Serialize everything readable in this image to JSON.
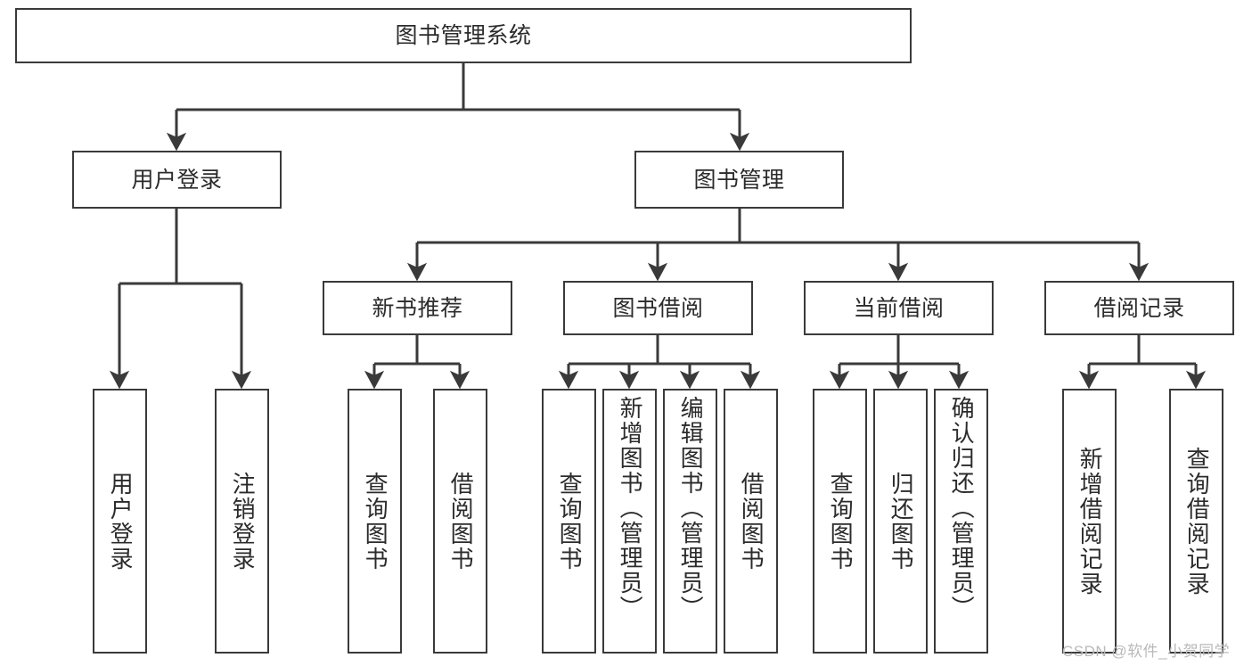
{
  "diagram": {
    "title": "图书管理系统",
    "type": "hierarchy-tree",
    "colors": {
      "box_border": "#3a3a3a",
      "box_fill": "#ffffff",
      "connector": "#3a3a3a",
      "text": "#2b2b2b",
      "watermark": "#b9b9b9"
    },
    "root": {
      "label": "图书管理系统"
    },
    "level2": [
      {
        "label": "用户登录"
      },
      {
        "label": "图书管理"
      }
    ],
    "level3": [
      {
        "label": "新书推荐"
      },
      {
        "label": "图书借阅"
      },
      {
        "label": "当前借阅"
      },
      {
        "label": "借阅记录"
      }
    ],
    "leaves": {
      "user_login": [
        {
          "label": "用户登录"
        },
        {
          "label": "注销登录"
        }
      ],
      "new_book_recommend": [
        {
          "label": "查询图书"
        },
        {
          "label": "借阅图书"
        }
      ],
      "book_borrow": [
        {
          "label": "查询图书"
        },
        {
          "label": "新增图书（管理员）"
        },
        {
          "label": "编辑图书（管理员）"
        },
        {
          "label": "借阅图书"
        }
      ],
      "current_borrow": [
        {
          "label": "查询图书"
        },
        {
          "label": "归还图书"
        },
        {
          "label": "确认归还（管理员）"
        }
      ],
      "borrow_record": [
        {
          "label": "新增借阅记录"
        },
        {
          "label": "查询借阅记录"
        }
      ]
    }
  },
  "watermark": {
    "text": "CSDN @软件_小贺同学"
  }
}
